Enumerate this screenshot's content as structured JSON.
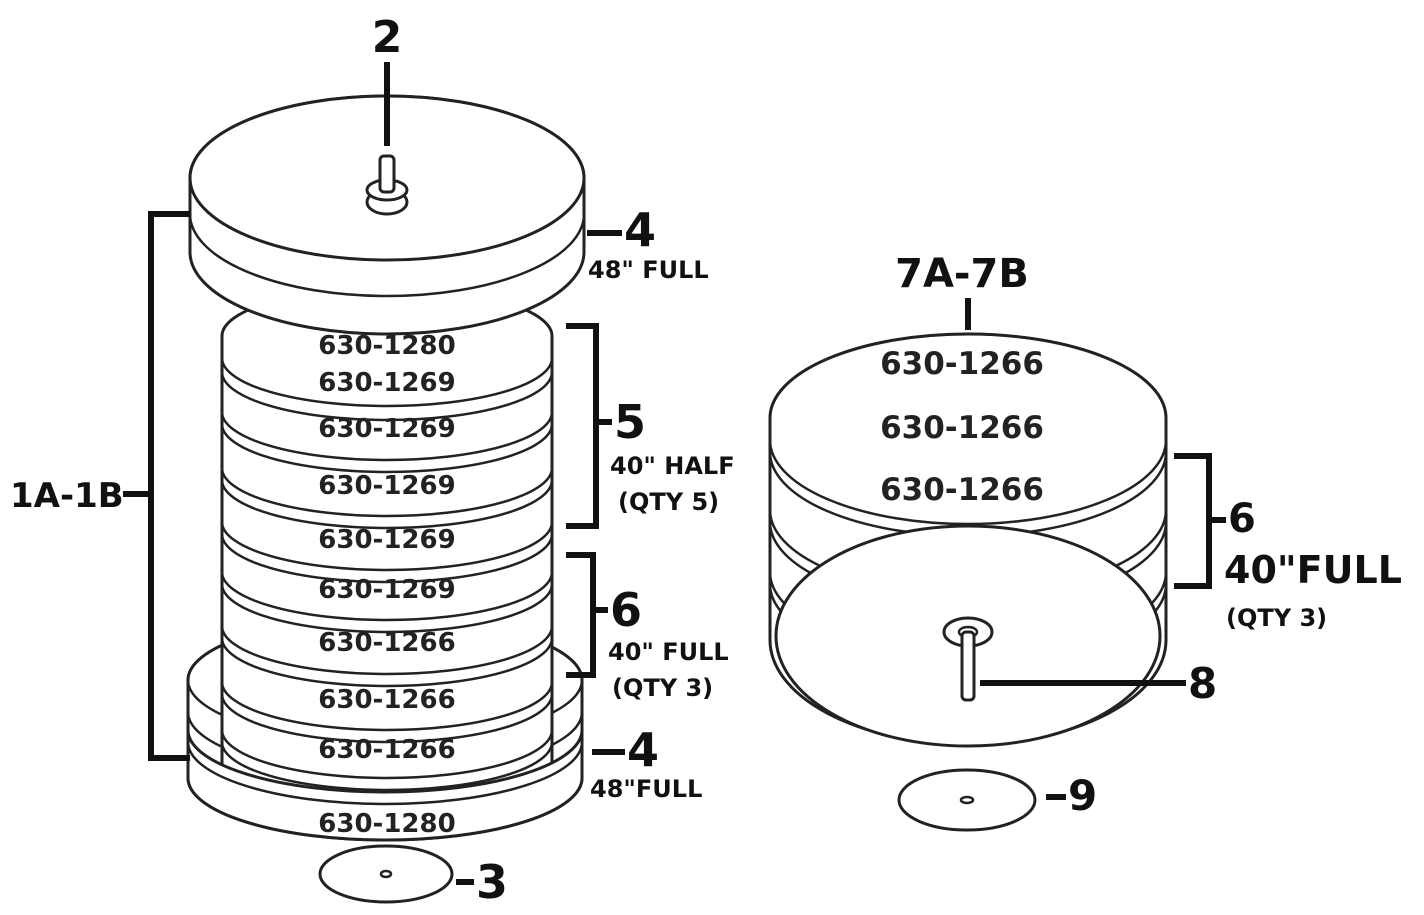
{
  "colors": {
    "line": "#222222",
    "text": "#111111",
    "background": "#ffffff"
  },
  "left_stack": {
    "callout_top_shaft": "2",
    "callout_assembly": "1A-1B",
    "callout_top_disc": "4",
    "callout_top_disc_note": "48\" FULL",
    "callout_half_group": "5",
    "callout_half_note": "40\" HALF",
    "callout_half_qty": "(QTY 5)",
    "callout_full_group": "6",
    "callout_full_note": "40\" FULL",
    "callout_full_qty": "(QTY 3)",
    "callout_bottom_disc": "4",
    "callout_bottom_disc_note": "48\"FULL",
    "callout_base_plate": "3",
    "part_numbers": [
      "630-1280",
      "630-1269",
      "630-1269",
      "630-1269",
      "630-1269",
      "630-1269",
      "630-1266",
      "630-1266",
      "630-1266",
      "630-1280"
    ]
  },
  "right_stack": {
    "callout_assembly": "7A-7B",
    "callout_full_group": "6",
    "callout_full_note": "40\"FULL",
    "callout_full_qty": "(QTY 3)",
    "callout_shaft": "8",
    "callout_base_plate": "9",
    "part_numbers": [
      "630-1266",
      "630-1266",
      "630-1266"
    ]
  }
}
